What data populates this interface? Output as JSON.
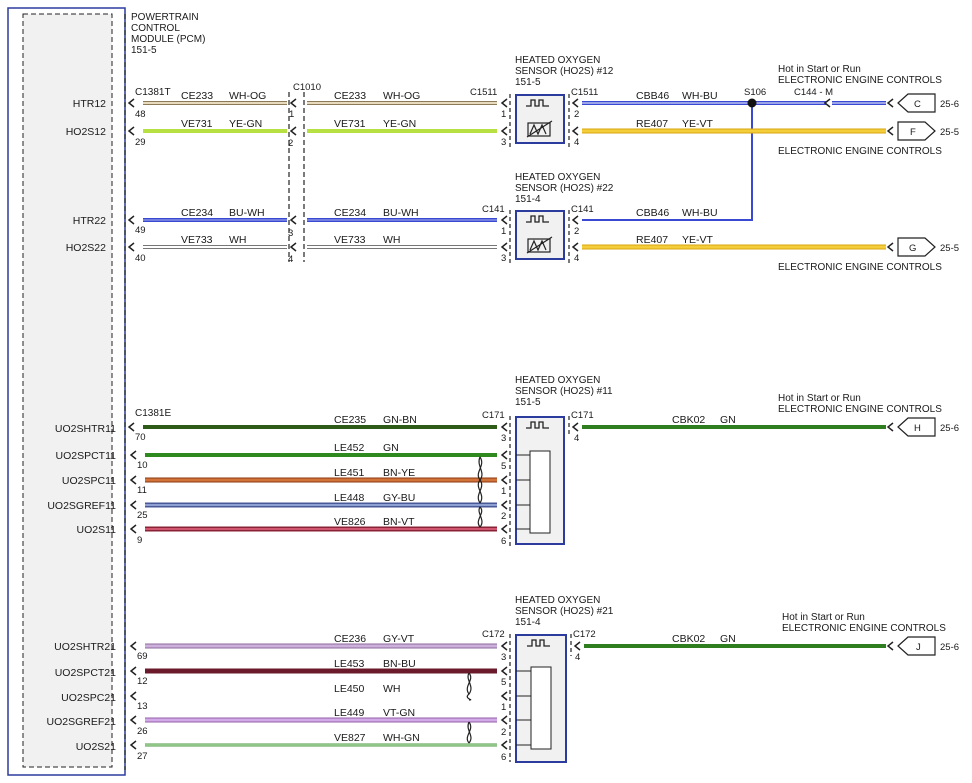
{
  "pcm": {
    "title": [
      "POWERTRAIN",
      "CONTROL",
      "MODULE (PCM)",
      "151-5"
    ],
    "connectors": [
      "C1381T",
      "C1381E"
    ]
  },
  "sensors": [
    {
      "title": [
        "HEATED OXYGEN",
        "SENSOR (HO2S) #12",
        "151-5"
      ],
      "conn": "C1511"
    },
    {
      "title": [
        "HEATED OXYGEN",
        "SENSOR (HO2S) #22",
        "151-4"
      ],
      "conn": "C141"
    },
    {
      "title": [
        "HEATED OXYGEN",
        "SENSOR (HO2S) #11",
        "151-5"
      ],
      "conn": "C171"
    },
    {
      "title": [
        "HEATED OXYGEN",
        "SENSOR (HO2S) #21",
        "151-4"
      ],
      "conn": "C172"
    }
  ],
  "inline_connector": "C1010",
  "splice": "S106",
  "c144": "C144 - M",
  "hot_text": "Hot in Start or Run",
  "eec_text": "ELECTRONIC ENGINE CONTROLS",
  "circuits": [
    {
      "id": "htr12",
      "pcm_label": "HTR12",
      "pcm_pin": "48",
      "c1": "CE233",
      "col1": "WH-OG",
      "inline_pin": "1",
      "c2": "CE233",
      "col2": "WH-OG",
      "sensor_pin": "1"
    },
    {
      "id": "ho2s12",
      "pcm_label": "HO2S12",
      "pcm_pin": "29",
      "c1": "VE731",
      "col1": "YE-GN",
      "inline_pin": "2",
      "c2": "VE731",
      "col2": "YE-GN",
      "sensor_pin": "3"
    },
    {
      "id": "htr22",
      "pcm_label": "HTR22",
      "pcm_pin": "49",
      "c1": "CE234",
      "col1": "BU-WH",
      "inline_pin": "3",
      "c2": "CE234",
      "col2": "BU-WH",
      "sensor_pin": "1"
    },
    {
      "id": "ho2s22",
      "pcm_label": "HO2S22",
      "pcm_pin": "40",
      "c1": "VE733",
      "col1": "WH",
      "inline_pin": "4",
      "c2": "VE733",
      "col2": "WH",
      "sensor_pin": "3"
    },
    {
      "id": "uo2shtr11",
      "pcm_label": "UO2SHTR11",
      "pcm_pin": "70",
      "c": "CE235",
      "col": "GN-BN",
      "sensor_pin": "3"
    },
    {
      "id": "uo2spct11",
      "pcm_label": "UO2SPCT11",
      "pcm_pin": "10",
      "c": "LE452",
      "col": "GN",
      "sensor_pin": "5"
    },
    {
      "id": "uo2spc11",
      "pcm_label": "UO2SPC11",
      "pcm_pin": "11",
      "c": "LE451",
      "col": "BN-YE",
      "sensor_pin": "1"
    },
    {
      "id": "uo2sgref11",
      "pcm_label": "UO2SGREF11",
      "pcm_pin": "25",
      "c": "LE448",
      "col": "GY-BU",
      "sensor_pin": "2"
    },
    {
      "id": "uo2s11",
      "pcm_label": "UO2S11",
      "pcm_pin": "9",
      "c": "VE826",
      "col": "BN-VT",
      "sensor_pin": "6"
    },
    {
      "id": "uo2shtr21",
      "pcm_label": "UO2SHTR21",
      "pcm_pin": "69",
      "c": "CE236",
      "col": "GY-VT",
      "sensor_pin": "3"
    },
    {
      "id": "uo2spct21",
      "pcm_label": "UO2SPCT21",
      "pcm_pin": "12",
      "c": "LE453",
      "col": "BN-BU",
      "sensor_pin": "5"
    },
    {
      "id": "uo2spc21",
      "pcm_label": "UO2SPC21",
      "pcm_pin": "13",
      "c": "LE450",
      "col": "WH",
      "sensor_pin": "1"
    },
    {
      "id": "uo2sgref21",
      "pcm_label": "UO2SGREF21",
      "pcm_pin": "26",
      "c": "LE449",
      "col": "VT-GN",
      "sensor_pin": "2"
    },
    {
      "id": "uo2s21",
      "pcm_label": "UO2S21",
      "pcm_pin": "27",
      "c": "VE827",
      "col": "WH-GN",
      "sensor_pin": "6"
    }
  ],
  "right_wires": [
    {
      "id": "s12_htr",
      "pin": "2",
      "c": "CBB46",
      "col": "WH-BU"
    },
    {
      "id": "s12_sig",
      "pin": "4",
      "c": "RE407",
      "col": "YE-VT"
    },
    {
      "id": "s22_htr",
      "pin": "2",
      "c": "CBB46",
      "col": "WH-BU"
    },
    {
      "id": "s22_sig",
      "pin": "4",
      "c": "RE407",
      "col": "YE-VT"
    },
    {
      "id": "s11_htr",
      "pin": "4",
      "c": "CBK02",
      "col": "GN"
    },
    {
      "id": "s21_htr",
      "pin": "4",
      "c": "CBK02",
      "col": "GN"
    }
  ],
  "offpage": [
    {
      "letter": "C",
      "ref": "25-6"
    },
    {
      "letter": "F",
      "ref": "25-5"
    },
    {
      "letter": "G",
      "ref": "25-5"
    },
    {
      "letter": "H",
      "ref": "25-6"
    },
    {
      "letter": "J",
      "ref": "25-6"
    }
  ],
  "colors": {
    "pcm_border": "#2b3c9e",
    "wh_og": "#d9c9a8",
    "ye_gn": "#b7e043",
    "bu_wh": "#3a49d1",
    "wh": "#cfcfcf",
    "gn": "#2e7d1e",
    "gn_bn": "#3a6a1f",
    "bn_ye": "#c4612a",
    "gy_bu": "#6f81b8",
    "bn_vt": "#b8405a",
    "gy_vt": "#c5a3d6",
    "bn_bu": "#7a2232",
    "vt_gn": "#c89be0",
    "wh_gn": "#a4d49c",
    "ye_vt": "#f0c419",
    "wh_bu": "#6f7fe0"
  }
}
